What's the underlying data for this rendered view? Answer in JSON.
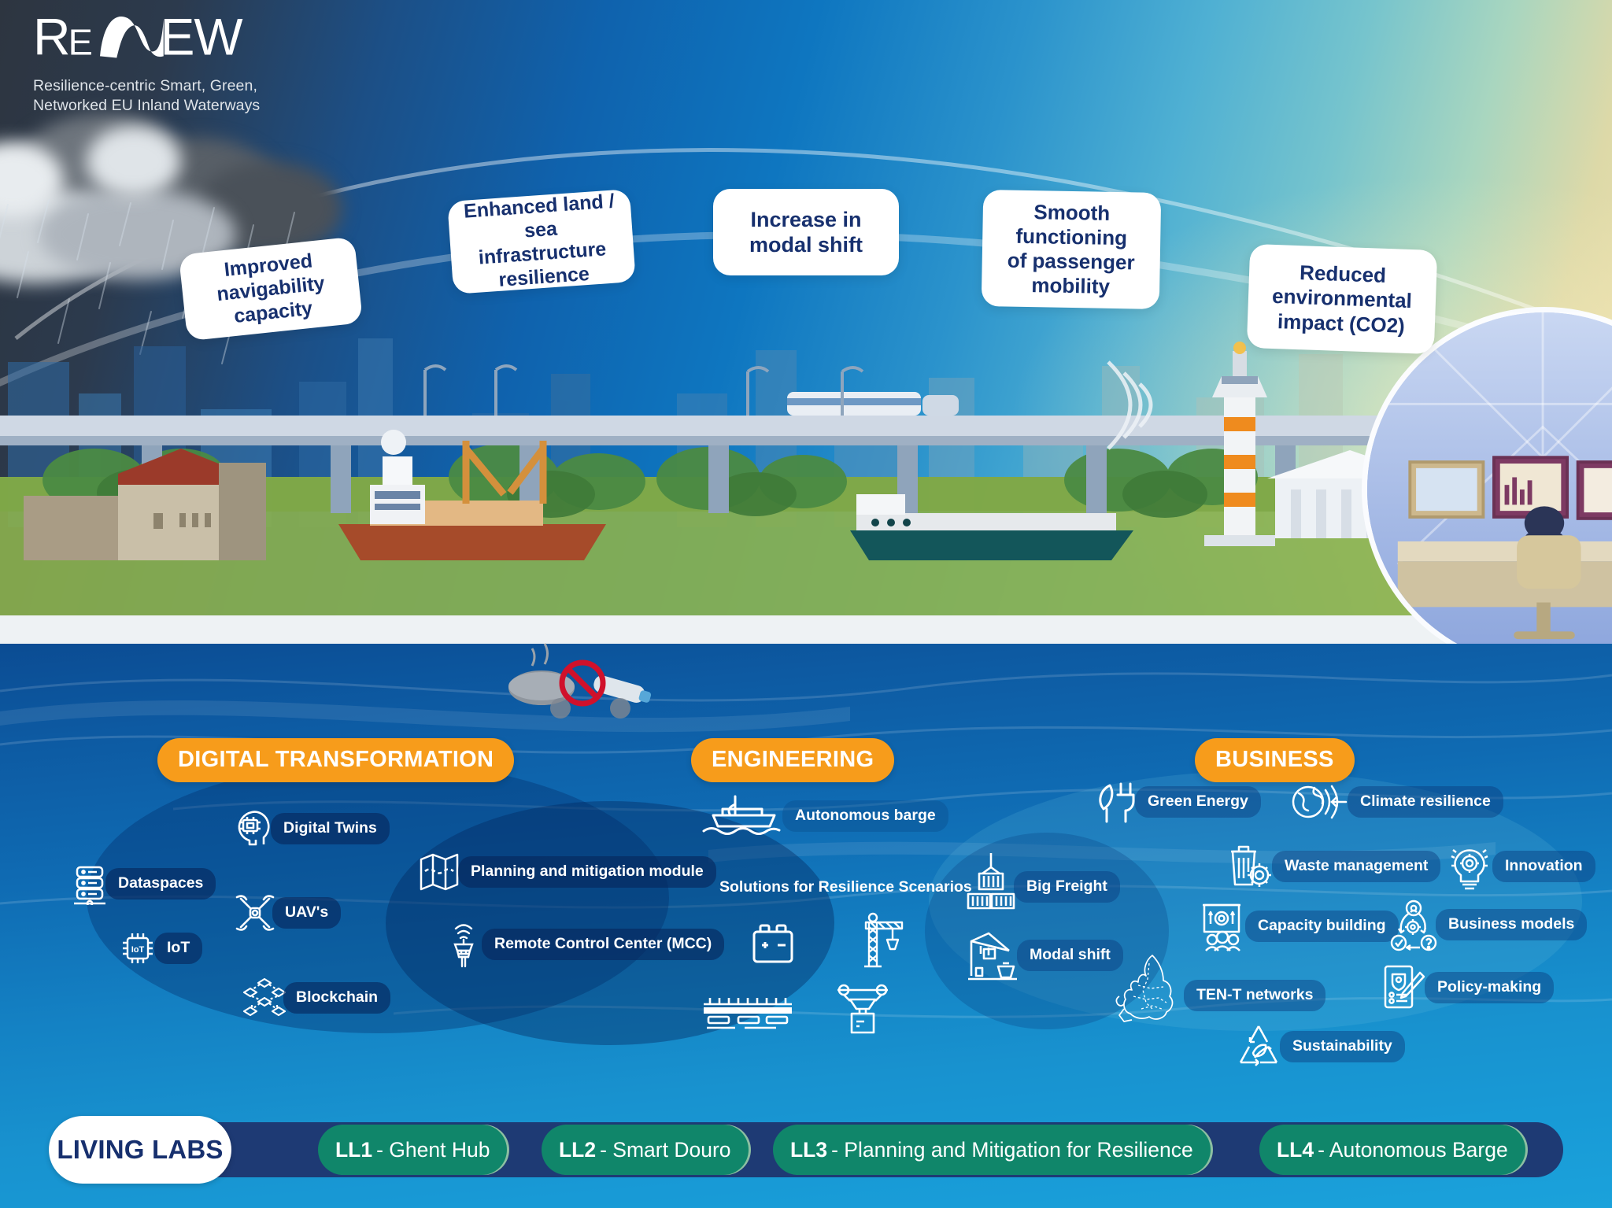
{
  "logo": {
    "name_re": "Re",
    "name_new": "NEW",
    "tagline_line1": "Resilience-centric Smart, Green,",
    "tagline_line2": "Networked EU Inland Waterways",
    "colors": {
      "text": "#ffffff",
      "tagline": "#dfe4e9"
    }
  },
  "impacts": [
    {
      "id": "improved-navigability",
      "text": "Improved\nnavigability\ncapacity"
    },
    {
      "id": "infrastructure-resilience",
      "text": "Enhanced land /\nsea infrastructure\nresilience"
    },
    {
      "id": "modal-shift",
      "text": "Increase in\nmodal shift"
    },
    {
      "id": "passenger-mobility",
      "text": "Smooth\nfunctioning\nof passenger\nmobility"
    },
    {
      "id": "environmental-impact",
      "text": "Reduced\nenvironmental\nimpact (CO2)"
    }
  ],
  "categories": [
    {
      "id": "digital-transformation",
      "label": "DIGITAL TRANSFORMATION",
      "color": "#f79c1b"
    },
    {
      "id": "engineering",
      "label": "ENGINEERING",
      "color": "#f79c1b"
    },
    {
      "id": "business",
      "label": "BUSINESS",
      "color": "#f79c1b"
    }
  ],
  "digital_transformation": {
    "items": [
      {
        "label": "Digital Twins",
        "icon": "head-chip-icon"
      },
      {
        "label": "Dataspaces",
        "icon": "server-stack-icon"
      },
      {
        "label": "UAV's",
        "icon": "drone-quadcopter-icon"
      },
      {
        "label": "IoT",
        "icon": "iot-chip-icon"
      },
      {
        "label": "Blockchain",
        "icon": "blockchain-nodes-icon"
      },
      {
        "label": "Planning and mitigation module",
        "icon": "folded-map-icon"
      },
      {
        "label": "Remote Control Center (MCC)",
        "icon": "control-tower-icon"
      }
    ]
  },
  "engineering": {
    "items": [
      {
        "label": "Autonomous barge",
        "icon": "barge-vessel-icon"
      },
      {
        "label": "Solutions for Resilience Scenarios",
        "icon": ""
      },
      {
        "label": "Big Freight",
        "icon": "container-stack-icon"
      },
      {
        "label": "Modal shift",
        "icon": "port-crane-icon"
      }
    ],
    "decorative_icons": [
      {
        "icon": "battery-icon"
      },
      {
        "icon": "tower-crane-icon"
      },
      {
        "icon": "bridge-icon"
      },
      {
        "icon": "delivery-drone-icon"
      }
    ]
  },
  "business": {
    "items": [
      {
        "label": "Green Energy",
        "icon": "leaf-plug-icon"
      },
      {
        "label": "Climate resilience",
        "icon": "globe-waves-icon"
      },
      {
        "label": "Waste management",
        "icon": "bin-gear-icon"
      },
      {
        "label": "Innovation",
        "icon": "lightbulb-gear-icon"
      },
      {
        "label": "Capacity building",
        "icon": "training-board-icon"
      },
      {
        "label": "Business models",
        "icon": "cycle-persons-icon"
      },
      {
        "label": "TEN-T networks",
        "icon": "europe-map-icon"
      },
      {
        "label": "Policy-making",
        "icon": "policy-document-icon"
      },
      {
        "label": "Sustainability",
        "icon": "recycle-leaf-icon"
      }
    ]
  },
  "living_labs": {
    "title": "LIVING LABS",
    "items": [
      {
        "code": "LL1",
        "name": "- Ghent Hub"
      },
      {
        "code": "LL2",
        "name": "- Smart Douro"
      },
      {
        "code": "LL3",
        "name": "- Planning and Mitigation for Resilience"
      },
      {
        "code": "LL4",
        "name": "- Autonomous Barge"
      }
    ],
    "colors": {
      "bar": "#1e3a74",
      "pill": "#10866a",
      "title_text": "#17306e"
    }
  },
  "scene": {
    "pollution_prohibited": "no-pollution-sign",
    "control_room": "remote-control-room-circle"
  }
}
